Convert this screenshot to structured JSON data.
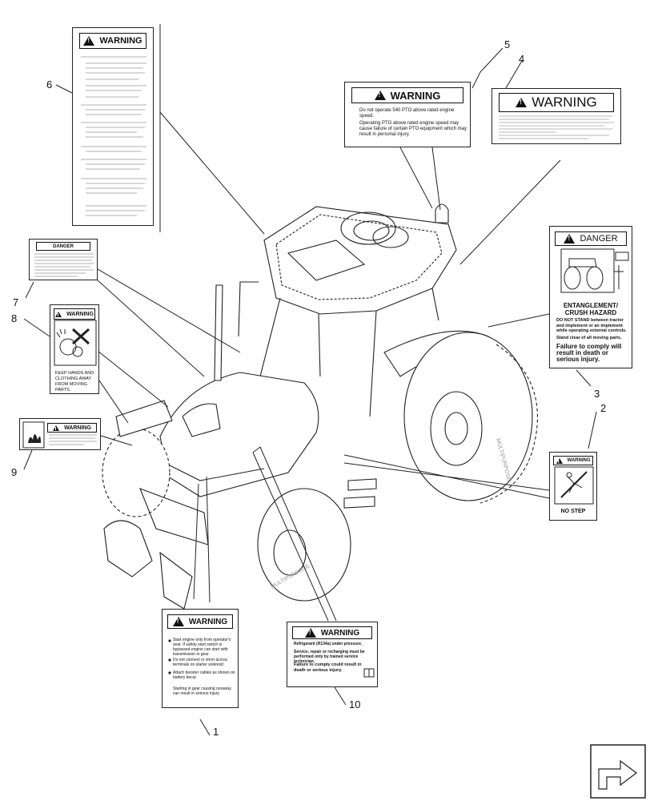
{
  "callouts": [
    "1",
    "2",
    "3",
    "4",
    "5",
    "6",
    "7",
    "8",
    "9",
    "10"
  ],
  "decals": {
    "d1": {
      "title": "WARNING",
      "lines": [
        "Start engine only from operator's seat. If safety start switch is bypassed engine can start with transmission in gear.",
        "Do not connect or short across terminals on starter solenoid",
        "Attach booster cables as shown on battery decal.",
        "Starting in gear causing runaway can result in serious injury."
      ]
    },
    "d2": {
      "title": "WARNING",
      "footer": "NO STEP"
    },
    "d3": {
      "title": "DANGER",
      "heading": "ENTANGLEMENT/ CRUSH HAZARD",
      "lines": [
        "DO NOT STAND between tractor and implement or an implement while operating external controls.",
        "Stand clear of all moving parts."
      ],
      "footer": "Failure to comply will result in death or serious injury."
    },
    "d4": {
      "title": "WARNING"
    },
    "d5": {
      "title": "WARNING",
      "lines": [
        "Do not operate 540 PTO above rated engine speed.",
        "Operating PTO above rated engine speed may cause failure of certain PTO equipment which may result in personal injury."
      ]
    },
    "d6": {
      "title": "WARNING"
    },
    "d7": {
      "title": "DANGER"
    },
    "d8": {
      "title": "WARNING",
      "footer": "KEEP HANDS AND CLOTHING AWAY FROM MOVING PARTS."
    },
    "d9": {
      "title": "WARNING"
    },
    "d10": {
      "title": "WARNING",
      "lines": [
        "Refrigerant (R134a) under pressure.",
        "Service, repair or recharging must be performed only by trained service technician."
      ],
      "footer": "Failure to comply could result in death or serious injury."
    }
  },
  "icons": {
    "nav": "next-page-arrow-icon"
  }
}
